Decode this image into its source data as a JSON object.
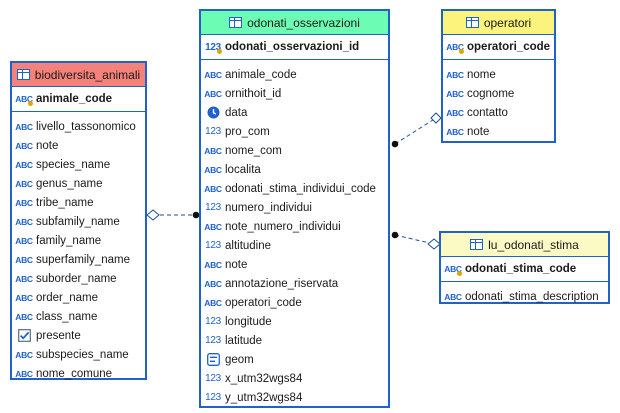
{
  "entities": {
    "biodiversita": {
      "title": "biodiversita_animali",
      "header_color": "#f4827a",
      "pk": {
        "name": "animale_code",
        "type": "text"
      },
      "columns": [
        {
          "name": "livello_tassonomico",
          "type": "text"
        },
        {
          "name": "note",
          "type": "text"
        },
        {
          "name": "species_name",
          "type": "text"
        },
        {
          "name": "genus_name",
          "type": "text"
        },
        {
          "name": "tribe_name",
          "type": "text"
        },
        {
          "name": "subfamily_name",
          "type": "text"
        },
        {
          "name": "family_name",
          "type": "text"
        },
        {
          "name": "superfamily_name",
          "type": "text"
        },
        {
          "name": "suborder_name",
          "type": "text"
        },
        {
          "name": "order_name",
          "type": "text"
        },
        {
          "name": "class_name",
          "type": "text"
        },
        {
          "name": "presente",
          "type": "bool"
        },
        {
          "name": "subspecies_name",
          "type": "text"
        },
        {
          "name": "nome_comune",
          "type": "text"
        }
      ]
    },
    "osservazioni": {
      "title": "odonati_osservazioni",
      "header_color": "#6dfcb3",
      "pk": {
        "name": "odonati_osservazioni_id",
        "type": "num"
      },
      "columns": [
        {
          "name": "animale_code",
          "type": "text"
        },
        {
          "name": "ornithoit_id",
          "type": "text"
        },
        {
          "name": "data",
          "type": "date"
        },
        {
          "name": "pro_com",
          "type": "num"
        },
        {
          "name": "nome_com",
          "type": "text"
        },
        {
          "name": "localita",
          "type": "text"
        },
        {
          "name": "odonati_stima_individui_code",
          "type": "text"
        },
        {
          "name": "numero_individui",
          "type": "num"
        },
        {
          "name": "note_numero_individui",
          "type": "text"
        },
        {
          "name": "altitudine",
          "type": "num"
        },
        {
          "name": "note",
          "type": "text"
        },
        {
          "name": "annotazione_riservata",
          "type": "text"
        },
        {
          "name": "operatori_code",
          "type": "text"
        },
        {
          "name": "longitude",
          "type": "num"
        },
        {
          "name": "latitude",
          "type": "num"
        },
        {
          "name": "geom",
          "type": "geom"
        },
        {
          "name": "x_utm32wgs84",
          "type": "num"
        },
        {
          "name": "y_utm32wgs84",
          "type": "num"
        }
      ]
    },
    "operatori": {
      "title": "operatori",
      "header_color": "#fbf37c",
      "pk": {
        "name": "operatori_code",
        "type": "text"
      },
      "columns": [
        {
          "name": "nome",
          "type": "text"
        },
        {
          "name": "cognome",
          "type": "text"
        },
        {
          "name": "contatto",
          "type": "text"
        },
        {
          "name": "note",
          "type": "text"
        }
      ]
    },
    "stima": {
      "title": "lu_odonati_stima",
      "header_color": "#fbf9c4",
      "pk": {
        "name": "odonati_stima_code",
        "type": "text"
      },
      "columns": [
        {
          "name": "odonati_stima_description",
          "type": "text"
        }
      ]
    }
  },
  "relations": [
    {
      "from": "biodiversita",
      "to": "osservazioni"
    },
    {
      "from": "operatori",
      "to": "osservazioni"
    },
    {
      "from": "stima",
      "to": "osservazioni"
    }
  ],
  "colors": {
    "border": "#1f62c9",
    "icon": "#1f62c9",
    "link": "#1a4f9c"
  }
}
